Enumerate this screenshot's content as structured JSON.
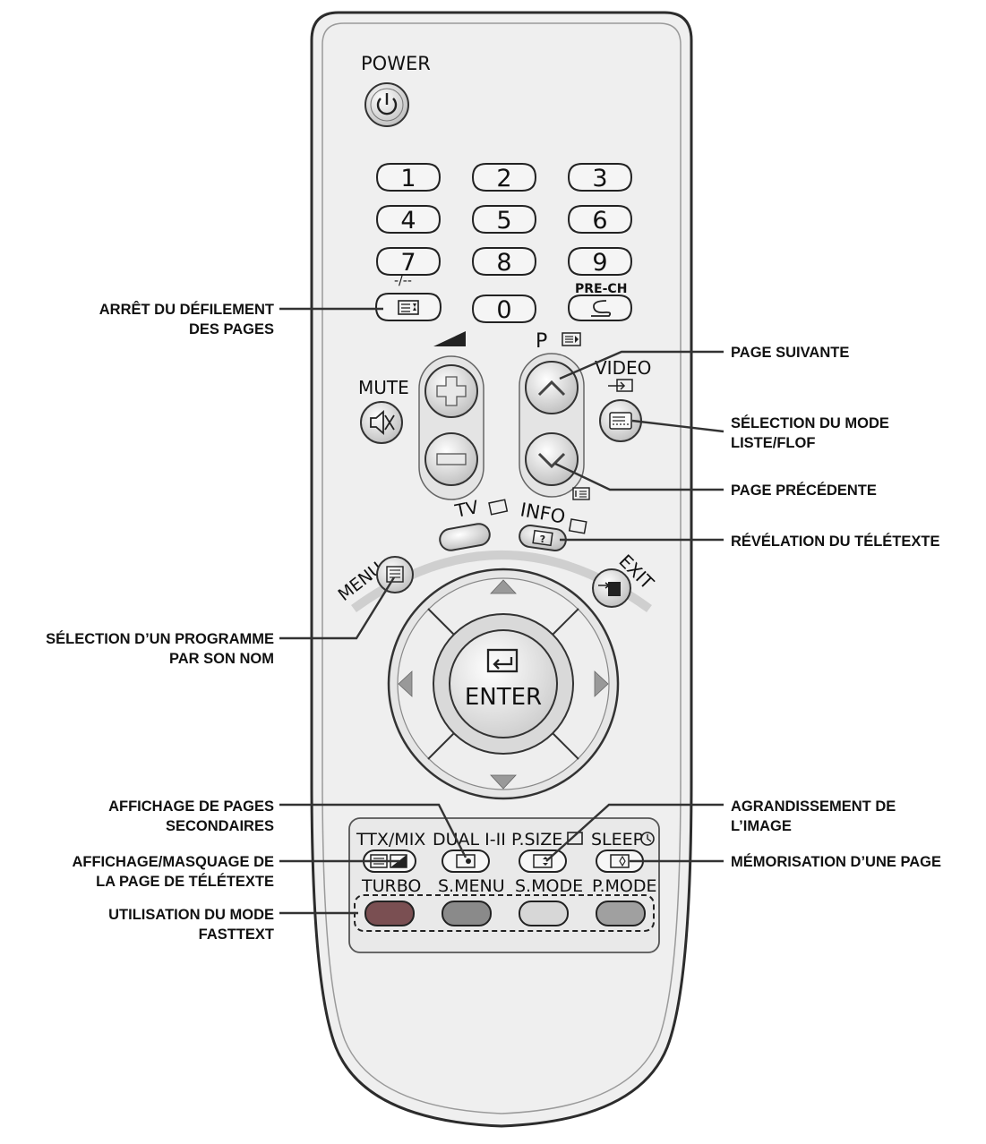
{
  "remote": {
    "power_label": "POWER",
    "digits": [
      "1",
      "2",
      "3",
      "4",
      "5",
      "6",
      "7",
      "8",
      "9",
      "0"
    ],
    "dash_label": "-/--",
    "prech_label": "PRE-CH",
    "mute_label": "MUTE",
    "channel_label": "P",
    "video_label": "VIDEO",
    "tv_label": "TV",
    "info_label": "INFO",
    "menu_label": "MENU",
    "exit_label": "EXIT",
    "enter_label": "ENTER",
    "ttx_label": "TTX/MIX",
    "dual_label": "DUAL I-II",
    "psize_label": "P.SIZE",
    "sleep_label": "SLEEP",
    "turbo_label": "TURBO",
    "smenu_label": "S.MENU",
    "smode_label": "S.MODE",
    "pmode_label": "P.MODE",
    "colors": {
      "body": "#eeeeee",
      "outline": "#333333",
      "button": "#f4f4f4",
      "red_key": "#7a4f52",
      "green_key": "#8a8a8a",
      "yellow_key": "#d7d7d7",
      "blue_key": "#a0a0a0"
    }
  },
  "callouts": {
    "hold_l1": "ARRÊT DU DÉFILEMENT",
    "hold_l2": "DES PAGES",
    "page_up": "PAGE SUIVANTE",
    "list_l1": "SÉLECTION DU MODE",
    "list_l2": "LISTE/FLOF",
    "page_down": "PAGE PRÉCÉDENTE",
    "reveal": "RÉVÉLATION DU TÉLÉTEXTE",
    "index_l1": "SÉLECTION D’UN PROGRAMME",
    "index_l2": "PAR SON NOM",
    "sub_l1": "AFFICHAGE DE PAGES",
    "sub_l2": "SECONDAIRES",
    "ttx_l1": "AFFICHAGE/MASQUAGE DE",
    "ttx_l2": "LA PAGE DE TÉLÉTEXTE",
    "fast_l1": "UTILISATION DU MODE",
    "fast_l2": "FASTTEXT",
    "size_l1": "AGRANDISSEMENT DE",
    "size_l2": "L’IMAGE",
    "store": "MÉMORISATION D’UNE PAGE"
  }
}
